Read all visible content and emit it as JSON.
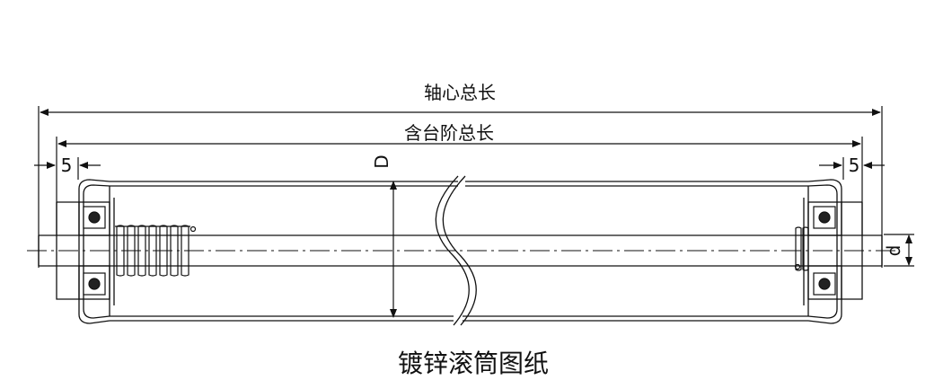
{
  "diagram": {
    "labels": {
      "overall_shaft_length": "轴心总长",
      "length_incl_step": "含台阶总长",
      "left_offset": "5",
      "right_offset": "5",
      "tube_diameter": "D",
      "shaft_diameter": "d"
    },
    "caption": "镀锌滚筒图纸"
  }
}
